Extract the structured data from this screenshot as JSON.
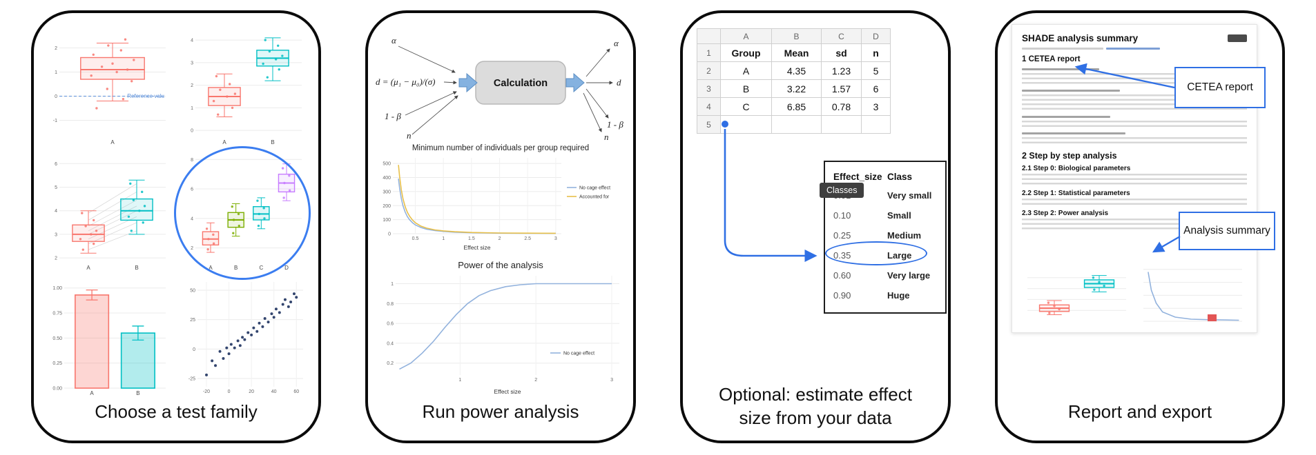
{
  "captions": {
    "panel1": "Choose a test family",
    "panel2": "Run power analysis",
    "panel3": "Optional: estimate effect size from your data",
    "panel4": "Report and export"
  },
  "diagram": {
    "box_label": "Calculation",
    "formula": "d = (μ₁ − μ₀)/(σ)",
    "alpha": "α",
    "beta": "1 - β",
    "n": "n",
    "d": "d"
  },
  "spreadsheet": {
    "col_headers": [
      "A",
      "B",
      "C",
      "D"
    ],
    "row_numbers": [
      "1",
      "2",
      "3",
      "4",
      "5"
    ],
    "cells": [
      [
        "Group",
        "Mean",
        "sd",
        "n"
      ],
      [
        "A",
        "4.35",
        "1.23",
        "5"
      ],
      [
        "B",
        "3.22",
        "1.57",
        "6"
      ],
      [
        "C",
        "6.85",
        "0.78",
        "3"
      ],
      [
        "",
        "",
        "",
        ""
      ]
    ]
  },
  "effect_table": {
    "header": [
      "Effect_size",
      "Class"
    ],
    "tooltip": "Classes",
    "rows": [
      [
        "0.01",
        "Very small"
      ],
      [
        "0.10",
        "Small"
      ],
      [
        "0.25",
        "Medium"
      ],
      [
        "0.35",
        "Large"
      ],
      [
        "0.60",
        "Very large"
      ],
      [
        "0.90",
        "Huge"
      ]
    ]
  },
  "report": {
    "title": "SHADE analysis summary",
    "sections": {
      "s1": "1 CETEA report",
      "s2": "2 Step by step analysis",
      "s21": "2.1 Step 0: Biological parameters",
      "s22": "2.2 Step 1: Statistical parameters",
      "s23": "2.3 Step 2: Power analysis"
    },
    "callout_cetea": "CETEA report",
    "callout_summary": "Analysis summary"
  },
  "colors": {
    "accent_blue": "#2f6fe4",
    "circle_blue": "#3b7df0",
    "ggplot_red": "#F8766D",
    "ggplot_green": "#7CAE00",
    "ggplot_teal": "#00BFC4",
    "ggplot_purple": "#C77CFF",
    "line_blue": "#92b2dd",
    "line_orange": "#e8c04a"
  },
  "chart_data": {
    "reference_boxplot": {
      "type": "box",
      "ylim": [
        -1.7,
        2.7
      ],
      "yticks": [
        -1,
        0,
        1,
        2
      ],
      "ref_line": {
        "y": 0,
        "label": "Reference valu",
        "color": "#5b8fd9"
      },
      "groups": [
        {
          "label": "A",
          "color": "#F8766D",
          "lo": -0.2,
          "q1": 0.7,
          "med": 1.1,
          "q3": 1.6,
          "hi": 2.2,
          "points": [
            [
              -0.15,
              -0.5
            ],
            [
              0.1,
              -0.12
            ],
            [
              -0.05,
              0.3
            ],
            [
              0.18,
              0.62
            ],
            [
              -0.2,
              0.85
            ],
            [
              0.04,
              1.0
            ],
            [
              0.14,
              1.1
            ],
            [
              -0.1,
              1.22
            ],
            [
              0.0,
              1.35
            ],
            [
              0.2,
              1.5
            ],
            [
              -0.18,
              1.72
            ],
            [
              0.08,
              1.9
            ],
            [
              -0.04,
              2.1
            ],
            [
              0.12,
              2.35
            ]
          ]
        }
      ]
    },
    "two_group_boxplot": {
      "type": "box",
      "ylim": [
        -0.3,
        4.4
      ],
      "yticks": [
        0,
        1,
        2,
        3,
        4
      ],
      "groups": [
        {
          "label": "A",
          "color": "#F8766D",
          "lo": 0.6,
          "q1": 1.1,
          "med": 1.5,
          "q3": 1.9,
          "hi": 2.5,
          "points": [
            [
              -0.12,
              0.7
            ],
            [
              0.15,
              1.0
            ],
            [
              -0.2,
              1.3
            ],
            [
              0.05,
              1.5
            ],
            [
              0.2,
              1.62
            ],
            [
              -0.08,
              1.8
            ],
            [
              0.1,
              2.05
            ],
            [
              -0.15,
              2.4
            ]
          ]
        },
        {
          "label": "B",
          "color": "#00BFC4",
          "lo": 2.2,
          "q1": 2.85,
          "med": 3.2,
          "q3": 3.55,
          "hi": 4.1,
          "points": [
            [
              -0.1,
              2.35
            ],
            [
              0.12,
              2.7
            ],
            [
              -0.18,
              2.95
            ],
            [
              0.06,
              3.15
            ],
            [
              0.18,
              3.3
            ],
            [
              -0.06,
              3.5
            ],
            [
              0.1,
              3.75
            ],
            [
              -0.14,
              4.0
            ]
          ]
        }
      ]
    },
    "paired_boxplot": {
      "type": "box",
      "ylim": [
        1.8,
        6.3
      ],
      "yticks": [
        2,
        3,
        4,
        5,
        6
      ],
      "paired": [
        [
          2.35,
          3.15
        ],
        [
          2.6,
          3.5
        ],
        [
          2.8,
          3.75
        ],
        [
          3.0,
          4.0
        ],
        [
          3.15,
          4.2
        ],
        [
          3.35,
          4.45
        ],
        [
          3.6,
          4.8
        ],
        [
          3.9,
          5.15
        ]
      ],
      "groups": [
        {
          "label": "A",
          "color": "#F8766D",
          "lo": 2.2,
          "q1": 2.7,
          "med": 3.0,
          "q3": 3.4,
          "hi": 4.0,
          "points": [
            [
              -0.1,
              2.35
            ],
            [
              0.1,
              2.6
            ],
            [
              -0.15,
              2.8
            ],
            [
              0.05,
              3.0
            ],
            [
              0.15,
              3.15
            ],
            [
              -0.05,
              3.35
            ],
            [
              0.1,
              3.6
            ],
            [
              -0.12,
              3.9
            ]
          ]
        },
        {
          "label": "B",
          "color": "#00BFC4",
          "lo": 3.0,
          "q1": 3.6,
          "med": 4.0,
          "q3": 4.5,
          "hi": 5.3,
          "points": [
            [
              -0.1,
              3.15
            ],
            [
              0.12,
              3.5
            ],
            [
              -0.15,
              3.75
            ],
            [
              0.05,
              4.0
            ],
            [
              0.15,
              4.2
            ],
            [
              -0.06,
              4.45
            ],
            [
              0.1,
              4.8
            ],
            [
              -0.12,
              5.15
            ]
          ]
        }
      ]
    },
    "four_group_boxplot": {
      "type": "box",
      "ylim": [
        1.0,
        8.2
      ],
      "yticks": [
        2,
        4,
        6,
        8
      ],
      "groups": [
        {
          "label": "A",
          "color": "#F8766D",
          "lo": 1.7,
          "q1": 2.2,
          "med": 2.6,
          "q3": 3.1,
          "hi": 3.7,
          "points": [
            [
              -0.1,
              1.9
            ],
            [
              0.12,
              2.3
            ],
            [
              -0.08,
              2.6
            ],
            [
              0.1,
              2.9
            ],
            [
              -0.14,
              3.3
            ]
          ]
        },
        {
          "label": "B",
          "color": "#7CAE00",
          "lo": 2.8,
          "q1": 3.4,
          "med": 3.9,
          "q3": 4.4,
          "hi": 5.0,
          "points": [
            [
              -0.1,
              3.0
            ],
            [
              0.12,
              3.5
            ],
            [
              -0.08,
              3.9
            ],
            [
              0.1,
              4.3
            ],
            [
              -0.14,
              4.8
            ]
          ]
        },
        {
          "label": "C",
          "color": "#00BFC4",
          "lo": 3.3,
          "q1": 3.9,
          "med": 4.3,
          "q3": 4.8,
          "hi": 5.4,
          "points": [
            [
              -0.1,
              3.5
            ],
            [
              0.12,
              4.0
            ],
            [
              -0.08,
              4.3
            ],
            [
              0.1,
              4.7
            ],
            [
              -0.14,
              5.2
            ]
          ]
        },
        {
          "label": "D",
          "color": "#C77CFF",
          "lo": 5.2,
          "q1": 5.8,
          "med": 6.4,
          "q3": 7.0,
          "hi": 7.7,
          "points": [
            [
              -0.1,
              5.4
            ],
            [
              0.12,
              5.9
            ],
            [
              -0.08,
              6.4
            ],
            [
              0.1,
              6.9
            ],
            [
              -0.14,
              7.4
            ]
          ]
        }
      ]
    },
    "bar_chart": {
      "type": "bar",
      "ylim": [
        0,
        1.06
      ],
      "yticks": [
        0,
        0.25,
        0.5,
        0.75,
        1
      ],
      "ytick_labels": [
        "0.00",
        "0.25",
        "0.50",
        "0.75",
        "1.00"
      ],
      "groups": [
        {
          "label": "A",
          "color": "#F8766D",
          "value": 0.93,
          "err": 0.05
        },
        {
          "label": "B",
          "color": "#00BFC4",
          "value": 0.55,
          "err": 0.07
        }
      ]
    },
    "scatter_plot": {
      "type": "scatter",
      "color": "#33456e",
      "xlim": [
        -28,
        66
      ],
      "xticks": [
        -20,
        0,
        20,
        40,
        60
      ],
      "ylim": [
        -32,
        57
      ],
      "yticks": [
        -25,
        0,
        25,
        50
      ],
      "points": [
        [
          -20,
          -22
        ],
        [
          -15,
          -10
        ],
        [
          -12,
          -14
        ],
        [
          -8,
          -2
        ],
        [
          -5,
          -8
        ],
        [
          -2,
          1
        ],
        [
          0,
          -4
        ],
        [
          2,
          4
        ],
        [
          5,
          1
        ],
        [
          8,
          7
        ],
        [
          10,
          3
        ],
        [
          12,
          10
        ],
        [
          14,
          8
        ],
        [
          17,
          14
        ],
        [
          20,
          12
        ],
        [
          22,
          18
        ],
        [
          25,
          15
        ],
        [
          27,
          22
        ],
        [
          30,
          19
        ],
        [
          32,
          26
        ],
        [
          35,
          23
        ],
        [
          38,
          30
        ],
        [
          40,
          27
        ],
        [
          42,
          34
        ],
        [
          45,
          31
        ],
        [
          48,
          38
        ],
        [
          50,
          42
        ],
        [
          53,
          36
        ],
        [
          55,
          40
        ],
        [
          58,
          47
        ],
        [
          60,
          44
        ]
      ]
    },
    "min_individuals": {
      "type": "line",
      "title": "Minimum number of individuals per group required",
      "xlabel": "Effect size",
      "xlim": [
        0.1,
        3.1
      ],
      "xticks": [
        0.5,
        1,
        1.5,
        2,
        2.5,
        3
      ],
      "ylim": [
        0,
        540
      ],
      "yticks": [
        0,
        100,
        200,
        300,
        400,
        500
      ],
      "legend": "right",
      "series": [
        {
          "label": "No cage effect",
          "color": "#92b2dd",
          "x": [
            0.2,
            0.22,
            0.25,
            0.28,
            0.32,
            0.36,
            0.4,
            0.45,
            0.5,
            0.6,
            0.7,
            0.85,
            1,
            1.2,
            1.5,
            2,
            2.5,
            3
          ],
          "y": [
            392,
            324,
            251,
            200,
            153,
            121,
            98,
            78,
            63,
            44,
            32,
            22,
            16,
            11,
            7,
            4,
            3,
            2
          ]
        },
        {
          "label": "Accounted for",
          "color": "#e8c04a",
          "x": [
            0.2,
            0.22,
            0.25,
            0.28,
            0.32,
            0.36,
            0.4,
            0.45,
            0.5,
            0.6,
            0.7,
            0.85,
            1,
            1.2,
            1.5,
            2,
            2.5,
            3
          ],
          "y": [
            490,
            405,
            314,
            250,
            191,
            151,
            123,
            97,
            78,
            54,
            40,
            27,
            20,
            14,
            9,
            5,
            4,
            3
          ]
        }
      ]
    },
    "power_curve": {
      "type": "line",
      "title": "Power of the analysis",
      "xlabel": "Effect size",
      "xlim": [
        0.15,
        3.1
      ],
      "xticks": [
        1,
        2,
        3
      ],
      "ylim": [
        0.08,
        1.08
      ],
      "yticks": [
        0.2,
        0.4,
        0.6,
        0.8,
        1
      ],
      "legend": "br",
      "series": [
        {
          "label": "No cage effect",
          "color": "#92b2dd",
          "x": [
            0.2,
            0.35,
            0.5,
            0.65,
            0.8,
            0.95,
            1.1,
            1.25,
            1.4,
            1.6,
            1.8,
            2,
            2.5,
            3
          ],
          "y": [
            0.14,
            0.2,
            0.3,
            0.42,
            0.56,
            0.69,
            0.8,
            0.88,
            0.93,
            0.97,
            0.99,
            1,
            1,
            1
          ]
        }
      ]
    },
    "report_boxplots": {
      "type": "box",
      "no_labels": true,
      "ylim": [
        0,
        10
      ],
      "yticks": [
        2,
        4,
        6,
        8
      ],
      "groups": [
        {
          "label": "",
          "color": "#F8766D",
          "lo": 1.2,
          "q1": 1.8,
          "med": 2.4,
          "q3": 3.0,
          "hi": 3.8,
          "points": [
            [
              -0.1,
              1.5
            ],
            [
              0.1,
              2.2
            ],
            [
              0,
              2.8
            ],
            [
              -0.12,
              3.4
            ]
          ]
        },
        {
          "label": "",
          "color": "#00BFC4",
          "lo": 5.4,
          "q1": 6.2,
          "med": 6.9,
          "q3": 7.6,
          "hi": 8.4,
          "points": [
            [
              -0.1,
              5.8
            ],
            [
              0.1,
              6.5
            ],
            [
              0,
              7.2
            ],
            [
              -0.12,
              8.0
            ]
          ]
        }
      ]
    },
    "report_power_curve": {
      "type": "line",
      "no_labels": true,
      "xlim": [
        0,
        3.1
      ],
      "ylim": [
        0,
        105
      ],
      "yticks": [
        0,
        25,
        50,
        75,
        100
      ],
      "series": [
        {
          "label": "",
          "color": "#92b2dd",
          "x": [
            0.15,
            0.25,
            0.4,
            0.6,
            1,
            1.5,
            2,
            3
          ],
          "y": [
            95,
            60,
            35,
            18,
            8,
            4,
            3,
            2
          ]
        }
      ]
    }
  }
}
